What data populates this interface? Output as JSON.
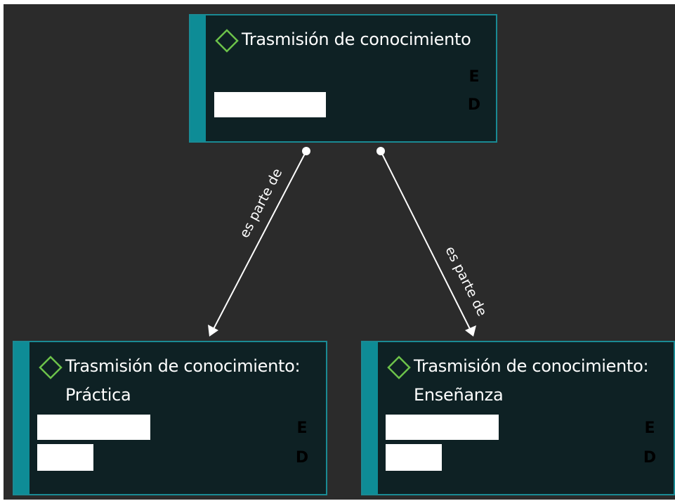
{
  "nodes": {
    "root": {
      "title": "Trasmisión de conocimiento",
      "icon": "diamond-icon",
      "letter_e": "E",
      "letter_d": "D"
    },
    "practica": {
      "title": "Trasmisión de conocimiento:\nPráctica",
      "icon": "diamond-icon",
      "letter_e": "E",
      "letter_d": "D"
    },
    "ensenanza": {
      "title": "Trasmisión de conocimiento:\nEnseñanza",
      "icon": "diamond-icon",
      "letter_e": "E",
      "letter_d": "D"
    }
  },
  "edges": [
    {
      "from": "root",
      "to": "practica",
      "label": "es parte de"
    },
    {
      "from": "root",
      "to": "ensenanza",
      "label": "es parte de"
    }
  ],
  "colors": {
    "background": "#2b2b2b",
    "node_fill": "#0e2124",
    "node_border": "#1a8a94",
    "accent": "#0e8c96",
    "diamond": "#6cc24a"
  }
}
